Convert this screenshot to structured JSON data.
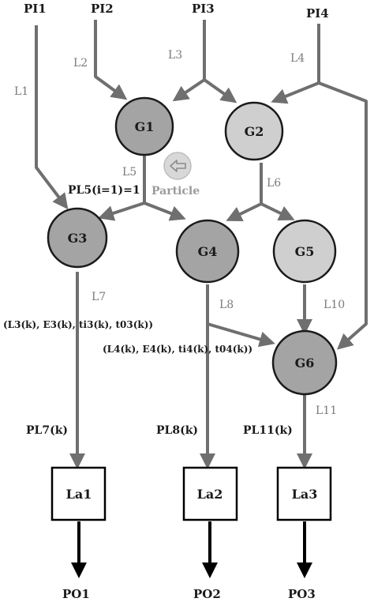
{
  "inputs": {
    "pi1": "PI1",
    "pi2": "PI2",
    "pi3": "PI3",
    "pi4": "PI4"
  },
  "outputs": {
    "po1": "PO1",
    "po2": "PO2",
    "po3": "PO3"
  },
  "gates": {
    "g1": "G1",
    "g2": "G2",
    "g3": "G3",
    "g4": "G4",
    "g5": "G5",
    "g6": "G6"
  },
  "latches": {
    "la1": "La1",
    "la2": "La2",
    "la3": "La3"
  },
  "lines": {
    "l1": "L1",
    "l2": "L2",
    "l3": "L3",
    "l4": "L4",
    "l5": "L5",
    "l6": "L6",
    "l7": "L7",
    "l8": "L8",
    "l10": "L10",
    "l11": "L11"
  },
  "annotations": {
    "pl5": "PL5(i=1)=1",
    "particle": "Particle",
    "tuple_l3": "(L3(k), E3(k), ti3(k), t03(k))",
    "tuple_l4": "(L4(k), E4(k), ti4(k), t04(k))",
    "pl7": "PL7(k)",
    "pl8": "PL8(k)",
    "pl11": "PL11(k)"
  },
  "colors": {
    "wire": "#6f6f6f",
    "gate_dark": "#a4a4a4",
    "gate_light": "#cfcfcf",
    "gate_stroke": "#1a1a1a",
    "particle_fill": "#d8d8d8"
  },
  "icons": {
    "particle": "left-arrow-icon"
  }
}
